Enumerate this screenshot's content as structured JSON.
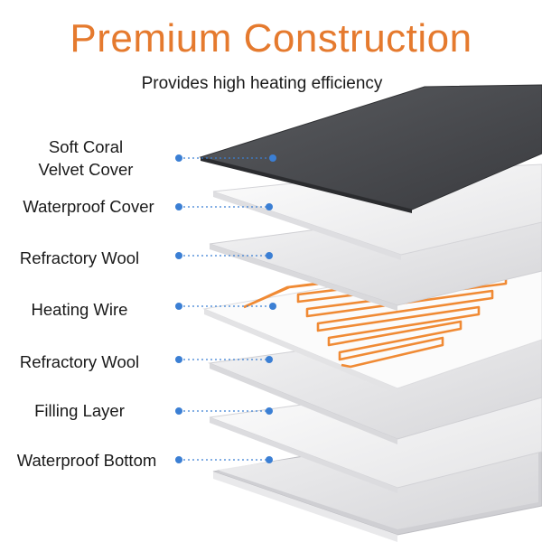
{
  "header": {
    "title": "Premium Construction",
    "subtitle": "Provides high heating efficiency"
  },
  "layers": [
    {
      "label_line1": "Soft Coral",
      "label_line2": "Velvet Cover"
    },
    {
      "label": "Waterproof Cover"
    },
    {
      "label": "Refractory Wool"
    },
    {
      "label": "Heating Wire"
    },
    {
      "label": "Refractory Wool"
    },
    {
      "label": "Filling Layer"
    },
    {
      "label": "Waterproof Bottom"
    }
  ],
  "colors": {
    "title": "#e57a2e",
    "pointer_dot": "#3b7fd4",
    "velvet": "#4a4c50",
    "heating_wire": "#f08a34"
  }
}
